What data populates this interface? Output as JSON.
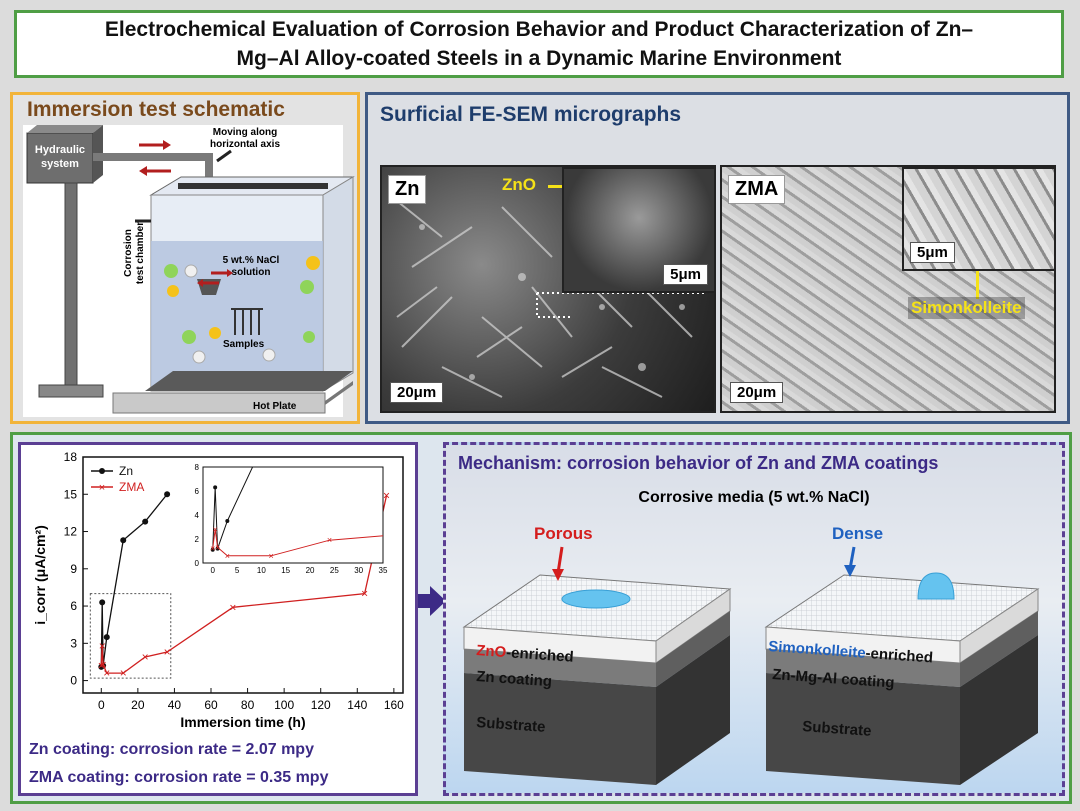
{
  "title": {
    "line1": "Electrochemical Evaluation of Corrosion Behavior and Product Characterization of Zn–",
    "line2": "Mg–Al Alloy-coated Steels in a Dynamic Marine Environment"
  },
  "immersion": {
    "heading": "Immersion test schematic",
    "hydraulic": [
      "Hydraulic",
      "system"
    ],
    "moving": [
      "Moving along",
      "horizontal axis"
    ],
    "chamber": [
      "Corrosion",
      "test chamber"
    ],
    "solution": [
      "5 wt.% NaCl",
      "solution"
    ],
    "samples": "Samples",
    "hotplate": "Hot Plate"
  },
  "sem": {
    "heading": "Surficial FE-SEM micrographs",
    "zn_label": "Zn",
    "zma_label": "ZMA",
    "zno_label": "ZnO",
    "simon_label": "Simonkolleite",
    "scale_main": "20μm",
    "scale_inset": "5μm"
  },
  "chart_data": {
    "type": "line",
    "xlabel": "Immersion time (h)",
    "ylabel": "i_corr (μA/cm²)",
    "xlim": [
      -10,
      165
    ],
    "ylim": [
      -1,
      18
    ],
    "xticks": [
      0,
      20,
      40,
      60,
      80,
      100,
      120,
      140,
      160
    ],
    "yticks": [
      0,
      3,
      6,
      9,
      12,
      15,
      18
    ],
    "series": [
      {
        "name": "Zn",
        "x": [
          0,
          0.5,
          1,
          3,
          12,
          24,
          36
        ],
        "y": [
          1.1,
          6.3,
          1.2,
          3.5,
          11.3,
          12.8,
          15.0
        ],
        "color": "#111111"
      },
      {
        "name": "ZMA",
        "x": [
          0,
          0.5,
          1,
          3,
          12,
          24,
          36,
          72,
          144,
          156
        ],
        "y": [
          1.2,
          2.8,
          1.3,
          0.6,
          0.6,
          1.9,
          2.3,
          5.9,
          7.0,
          14.9
        ],
        "color": "#d02020"
      }
    ],
    "legend": "top-left",
    "inset": {
      "xlim": [
        -2,
        35
      ],
      "ylim": [
        0,
        8
      ],
      "xticks": [
        0,
        5,
        10,
        15,
        20,
        25,
        30,
        35
      ],
      "yticks": [
        0,
        2,
        4,
        6,
        8
      ]
    }
  },
  "rates": {
    "zn": "Zn coating: corrosion rate = 2.07 mpy",
    "zma": "ZMA coating: corrosion rate = 0.35 mpy"
  },
  "mechanism": {
    "heading": "Mechanism: corrosion behavior of Zn and ZMA coatings",
    "media": "Corrosive media (5 wt.% NaCl)",
    "porous": "Porous",
    "dense": "Dense",
    "left_top_a": "ZnO",
    "left_top_b": "-enriched",
    "left_mid": "Zn coating",
    "left_bottom": "Substrate",
    "right_top_a": "Simonkolleite",
    "right_top_b": "-enriched",
    "right_mid": "Zn-Mg-Al coating",
    "right_bottom": "Substrate"
  }
}
